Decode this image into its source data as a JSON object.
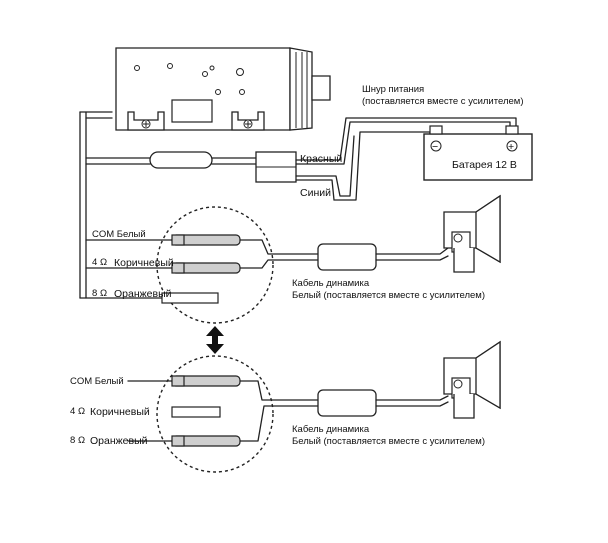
{
  "labels": {
    "power_cord_line1": "Шнур питания",
    "power_cord_line2": "(поставляется вместе с усилителем)",
    "red": "Красный",
    "blue": "Синий",
    "battery": "Батарея 12 В",
    "battery_minus": "−",
    "battery_plus": "+",
    "com_white": "COM Белый",
    "ohm4_num": "4",
    "ohm4_sym": "Ω",
    "ohm4_color": "Коричневый",
    "ohm8_num": "8",
    "ohm8_sym": "Ω",
    "ohm8_color": "Оранжевый",
    "speaker_cable_line1": "Кабель динамика",
    "speaker_cable_line2": "Белый (поставляется вместе с усилителем)"
  }
}
